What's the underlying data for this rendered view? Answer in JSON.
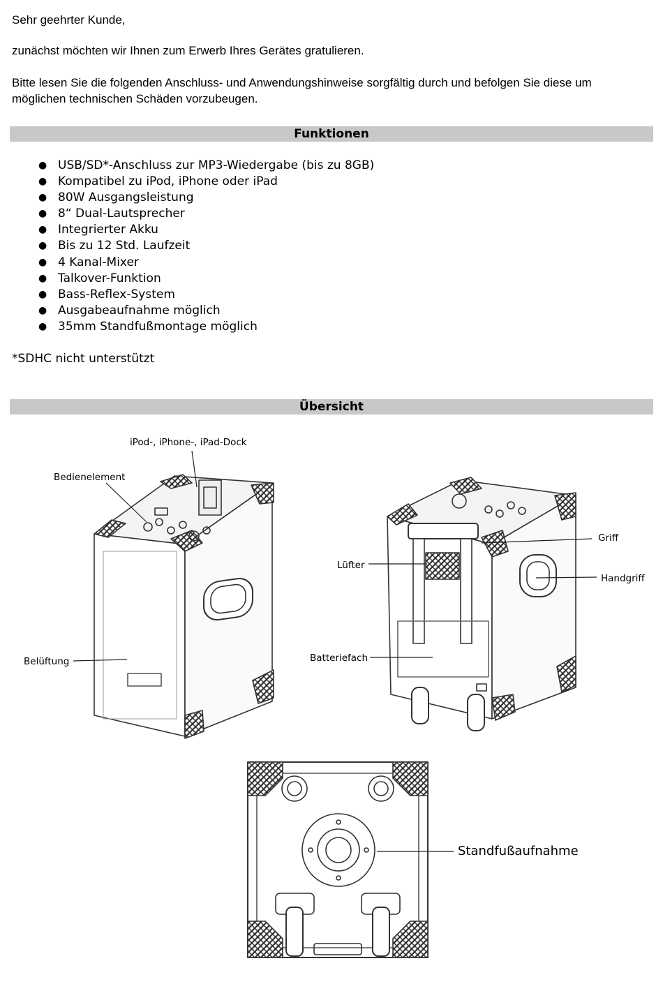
{
  "intro": {
    "greeting": "Sehr geehrter Kunde,",
    "congrats": "zunächst möchten wir Ihnen zum Erwerb Ihres Gerätes gratulieren.",
    "instruction": "Bitte lesen Sie die folgenden Anschluss- und Anwendungshinweise sorgfältig durch und befolgen Sie diese um möglichen technischen Schäden vorzubeugen."
  },
  "functions": {
    "heading": "Funktionen",
    "items": [
      "USB/SD*-Anschluss zur MP3-Wiedergabe (bis zu 8GB)",
      "Kompatibel zu iPod, iPhone oder iPad",
      "80W Ausgangsleistung",
      "8“ Dual-Lautsprecher",
      "Integrierter Akku",
      "Bis zu 12 Std. Laufzeit",
      "4 Kanal-Mixer",
      "Talkover-Funktion",
      "Bass-Reflex-System",
      "Ausgabeaufnahme möglich",
      "35mm Standfußmontage möglich"
    ],
    "footnote": "*SDHC nicht unterstützt"
  },
  "overview": {
    "heading": "Übersicht",
    "labels": {
      "dock": "iPod-, iPhone-, iPad-Dock",
      "controls": "Bedienelement",
      "vent": "Belüftung",
      "fan": "Lüfter",
      "battery": "Batteriefach",
      "grip": "Griff",
      "handle": "Handgriff",
      "mount": "Standfußaufnahme"
    }
  }
}
